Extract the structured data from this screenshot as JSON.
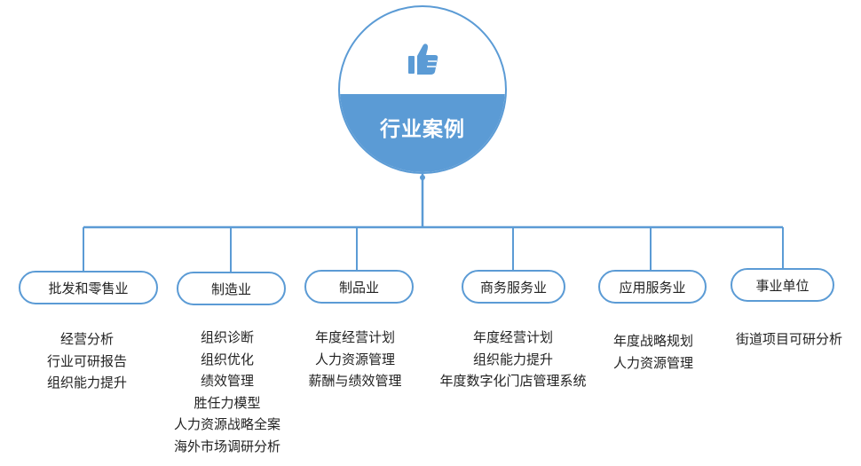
{
  "hub": {
    "title": "行业案例",
    "icon": "thumbs-up-icon",
    "accent": "#5b9bd5"
  },
  "categories": [
    {
      "label": "批发和零售业",
      "items": [
        "经营分析",
        "行业可研报告",
        "组织能力提升"
      ]
    },
    {
      "label": "制造业",
      "items": [
        "组织诊断",
        "组织优化",
        "绩效管理",
        "胜任力模型",
        "人力资源战略全案",
        "海外市场调研分析"
      ]
    },
    {
      "label": "制品业",
      "items": [
        "年度经营计划",
        "人力资源管理",
        "薪酬与绩效管理"
      ]
    },
    {
      "label": "商务服务业",
      "items": [
        "年度经营计划",
        "组织能力提升",
        "年度数字化门店管理系统"
      ]
    },
    {
      "label": "应用服务业",
      "items": [
        "年度战略规划",
        "人力资源管理"
      ]
    },
    {
      "label": "事业单位",
      "items": [
        "街道项目可研分析"
      ]
    }
  ]
}
